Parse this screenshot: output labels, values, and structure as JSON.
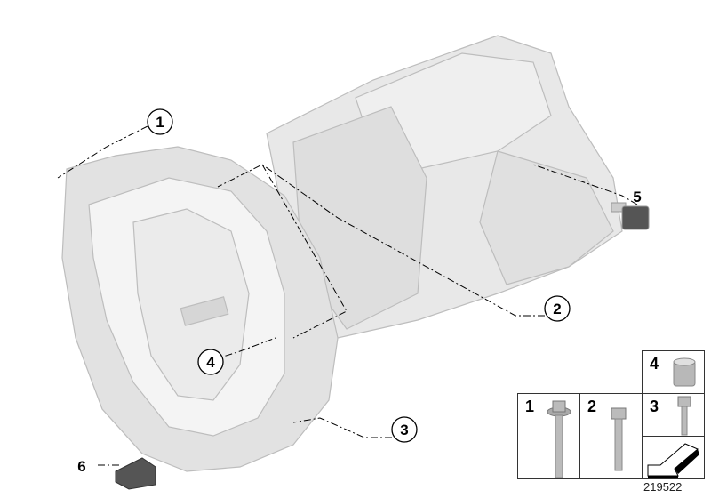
{
  "diagram": {
    "callouts": [
      {
        "id": "1",
        "circled": true
      },
      {
        "id": "2",
        "circled": true
      },
      {
        "id": "3",
        "circled": true
      },
      {
        "id": "4",
        "circled": true
      },
      {
        "id": "5",
        "circled": false
      },
      {
        "id": "6",
        "circled": false
      }
    ],
    "parts_table": [
      {
        "label": "1",
        "part": "bolt-with-washer"
      },
      {
        "label": "2",
        "part": "hex-bolt"
      },
      {
        "label": "3",
        "part": "hex-bolt-short"
      },
      {
        "label": "4",
        "part": "dowel-sleeve"
      }
    ],
    "reference_number": "219522",
    "colors": {
      "part_fill": "#e6e6e6",
      "part_stroke": "#b5b5b5",
      "line": "#000000"
    }
  }
}
